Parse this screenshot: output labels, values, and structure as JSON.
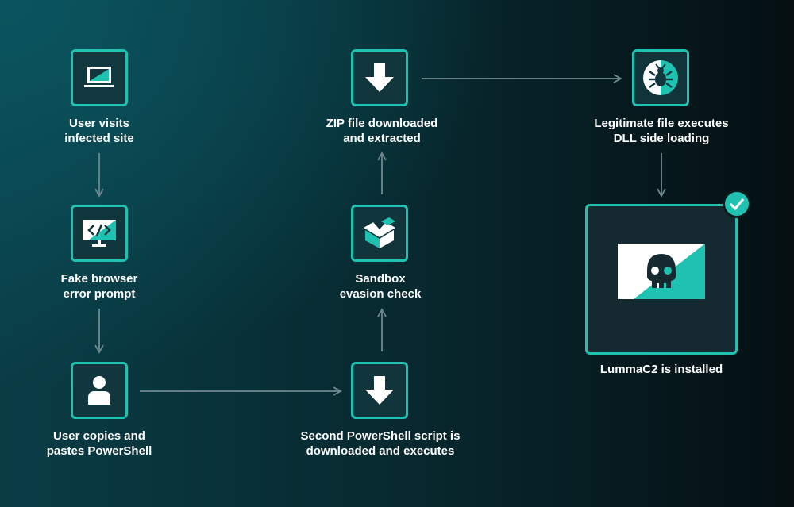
{
  "colors": {
    "accent": "#1fc2b0",
    "box_fill": "#12363d",
    "connector": "#6f8a8f",
    "text": "#ffffff"
  },
  "steps": {
    "visit_site": {
      "icon": "laptop-icon",
      "line1": "User visits",
      "line2": "infected site"
    },
    "fake_error": {
      "icon": "code-monitor-icon",
      "line1": "Fake browser",
      "line2": "error prompt"
    },
    "copy_paste": {
      "icon": "user-icon",
      "line1": "User copies and",
      "line2": "pastes PowerShell"
    },
    "second_script": {
      "icon": "download-arrow-icon",
      "line1": "Second PowerShell script is",
      "line2": "downloaded and executes"
    },
    "sandbox_check": {
      "icon": "sandbox-box-icon",
      "line1": "Sandbox",
      "line2": "evasion check"
    },
    "zip_download": {
      "icon": "download-arrow-icon",
      "line1": "ZIP file downloaded",
      "line2": "and extracted"
    },
    "dll_sideload": {
      "icon": "bug-icon",
      "line1": "Legitimate file executes",
      "line2": "DLL side loading"
    },
    "installed": {
      "icon": "skull-monitor-icon",
      "line1": "LummaC2 is installed"
    }
  },
  "badge": {
    "icon": "checkmark-icon"
  }
}
